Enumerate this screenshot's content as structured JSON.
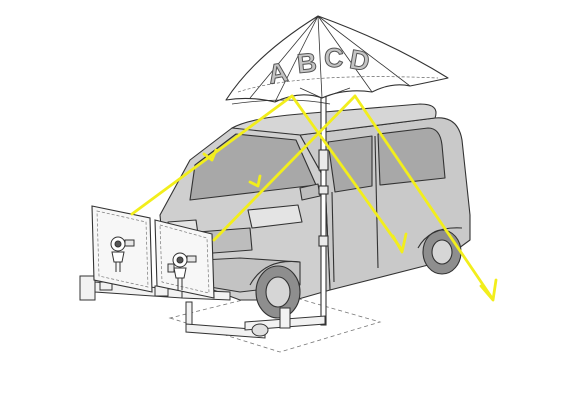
{
  "umbrella": {
    "letters": [
      "A",
      "B",
      "C",
      "D"
    ],
    "canopy_color": "#ffffff",
    "letter_fill": "#c4c4c4",
    "letter_stroke": "#555555"
  },
  "colors": {
    "background": "#ffffff",
    "vehicle_fill": "#cfcfcf",
    "vehicle_shade": "#b9b9b9",
    "window_fill": "#a9a9a9",
    "line": "#333333",
    "ray": "#f2ee1c",
    "mirror_fill": "#f7f7f7"
  },
  "icons": {
    "vehicle": "kei-van-icon",
    "mirror": "mirror-panel-icon",
    "camera": "camera-icon",
    "stand": "pipe-frame-icon"
  }
}
